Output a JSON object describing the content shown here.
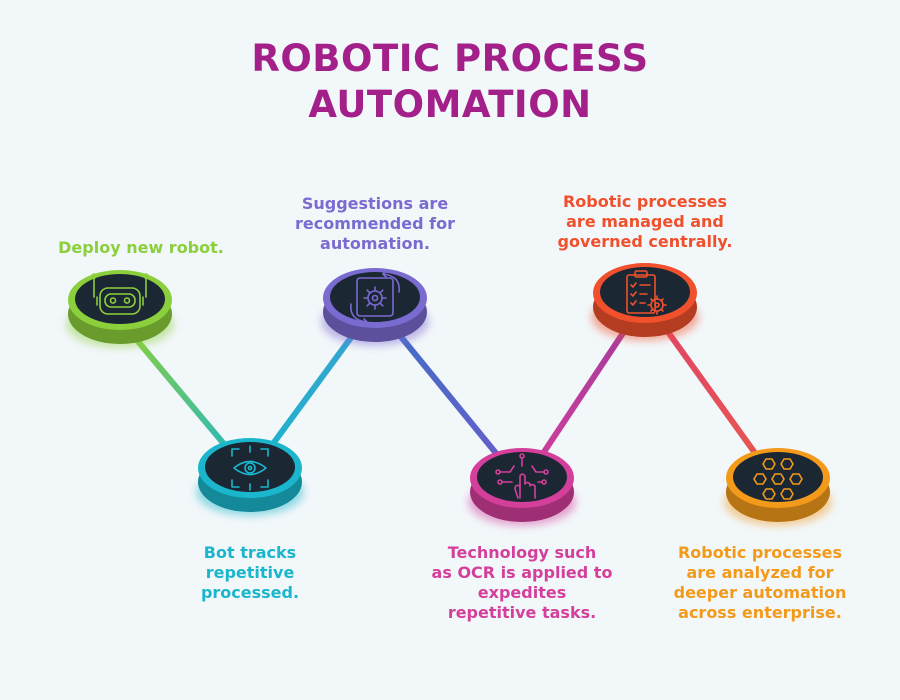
{
  "title": {
    "line1": "ROBOTIC PROCESS",
    "line2": "AUTOMATION"
  },
  "colors": {
    "title": "#a3208b",
    "background": "#f2f7fa",
    "disc_face": "#1b2733"
  },
  "steps": [
    {
      "icon": "robot-head-icon",
      "color": "#8ccf3c",
      "lines": [
        "Deploy new robot."
      ]
    },
    {
      "icon": "eye-scan-icon",
      "color": "#1bb6cc",
      "lines": [
        "Bot tracks",
        "repetitive",
        "processed."
      ]
    },
    {
      "icon": "gear-cycle-icon",
      "color": "#7a6bd0",
      "lines": [
        "Suggestions are",
        "recommended for",
        "automation."
      ]
    },
    {
      "icon": "touch-circuit-icon",
      "color": "#d43f9b",
      "lines": [
        "Technology such",
        "as OCR is applied to",
        "expedites",
        "repetitive tasks."
      ]
    },
    {
      "icon": "clipboard-gear-icon",
      "color": "#f0502c",
      "lines": [
        "Robotic processes",
        "are managed and",
        "governed centrally."
      ]
    },
    {
      "icon": "honeycomb-icon",
      "color": "#f39a1a",
      "lines": [
        "Robotic processes",
        "are analyzed for",
        "deeper automation",
        "across enterprise."
      ]
    }
  ]
}
